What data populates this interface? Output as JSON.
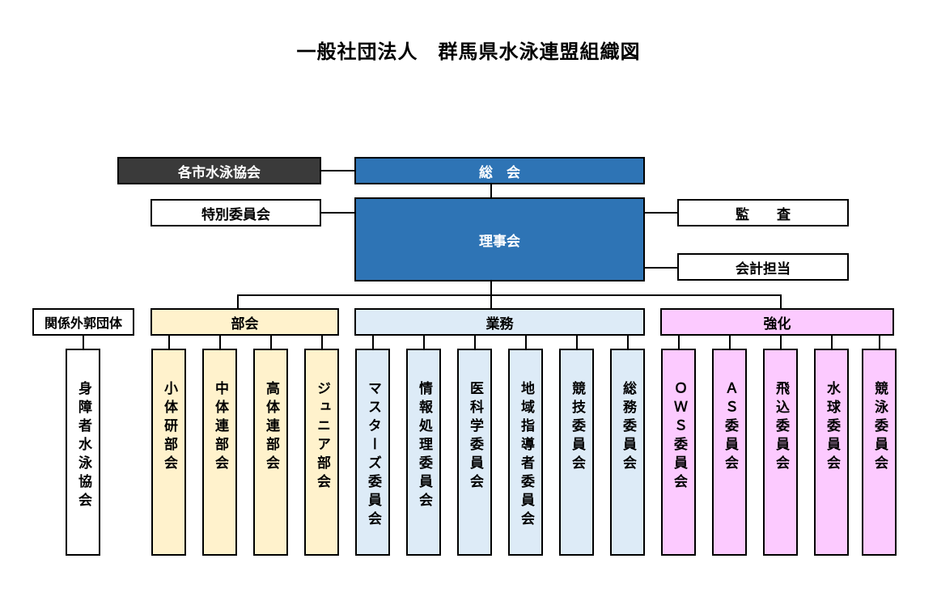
{
  "title": "一般社団法人　群馬県水泳連盟組織図",
  "top": {
    "city_assoc": "各市水泳協会",
    "general_assembly": "総　会",
    "special_committee": "特別委員会",
    "board": "理事会",
    "auditor": "監　　査",
    "accounting": "会計担当"
  },
  "groups": {
    "external": "関係外郭団体",
    "bukai": "部会",
    "gyomu": "業務",
    "kyoka": "強化"
  },
  "external_items": [
    "身障者水泳協会"
  ],
  "bukai_items": [
    "小体研部会",
    "中体連部会",
    "高体連部会",
    "ジュニア部会"
  ],
  "gyomu_items": [
    "マスターズ委員会",
    "情報処理委員会",
    "医科学委員会",
    "地域指導者委員会",
    "競技委員会",
    "総務委員会"
  ],
  "kyoka_items": [
    "ＯＷＳ委員会",
    "ＡＳ委員会",
    "飛込委員会",
    "水球委員会",
    "競泳委員会"
  ],
  "colors": {
    "dark": "#3a3a3a",
    "blue": "#2e74b5",
    "cream": "#fff2cc",
    "light_blue": "#ddebf7",
    "pink": "#fccaff"
  }
}
